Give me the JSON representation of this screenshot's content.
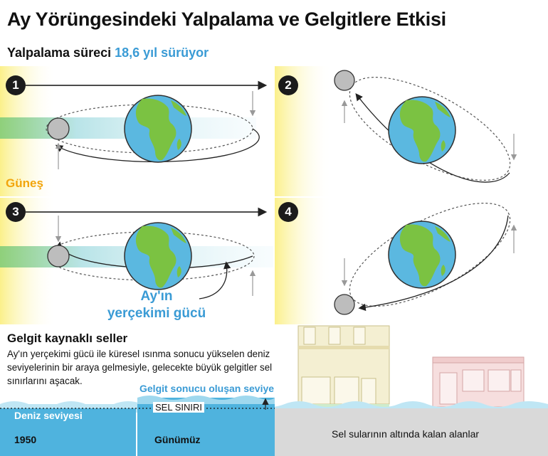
{
  "header": {
    "title": "Ay Yörüngesindeki Yalpalama ve Gelgitlere Etkisi",
    "subtitle_lead": "Yalpalama süreci ",
    "subtitle_highlight": "18,6 yıl sürüyor"
  },
  "panels": [
    {
      "number": "1"
    },
    {
      "number": "2"
    },
    {
      "number": "3"
    },
    {
      "number": "4"
    }
  ],
  "labels": {
    "sun": "Güneş",
    "gravity_line1": "Ay'ın",
    "gravity_line2": "yerçekimi gücü"
  },
  "flood": {
    "title": "Gelgit kaynaklı seller",
    "body": "Ay'ın yerçekimi gücü ile küresel ısınma sonucu yükselen deniz seviyelerinin bir araya gelmesiyle, gelecekte büyük gelgitler sel sınırlarını aşacak.",
    "tide_level": "Gelgit sonucu oluşan seviye",
    "flood_limit": "SEL SINIRI",
    "sea_level": "Deniz seviyesi",
    "year_1950": "1950",
    "today": "Günümüz",
    "flooded_areas": "Sel sularının altında kalan alanlar"
  },
  "colors": {
    "sun_yellow": "#fbf3a8",
    "sea_blue": "#4fb3de",
    "earth_blue": "#5bb8e0",
    "land_green": "#7bc242",
    "accent_blue": "#3a9bd5",
    "sun_orange": "#f2a50c",
    "ground_gray": "#d9d9d9"
  }
}
